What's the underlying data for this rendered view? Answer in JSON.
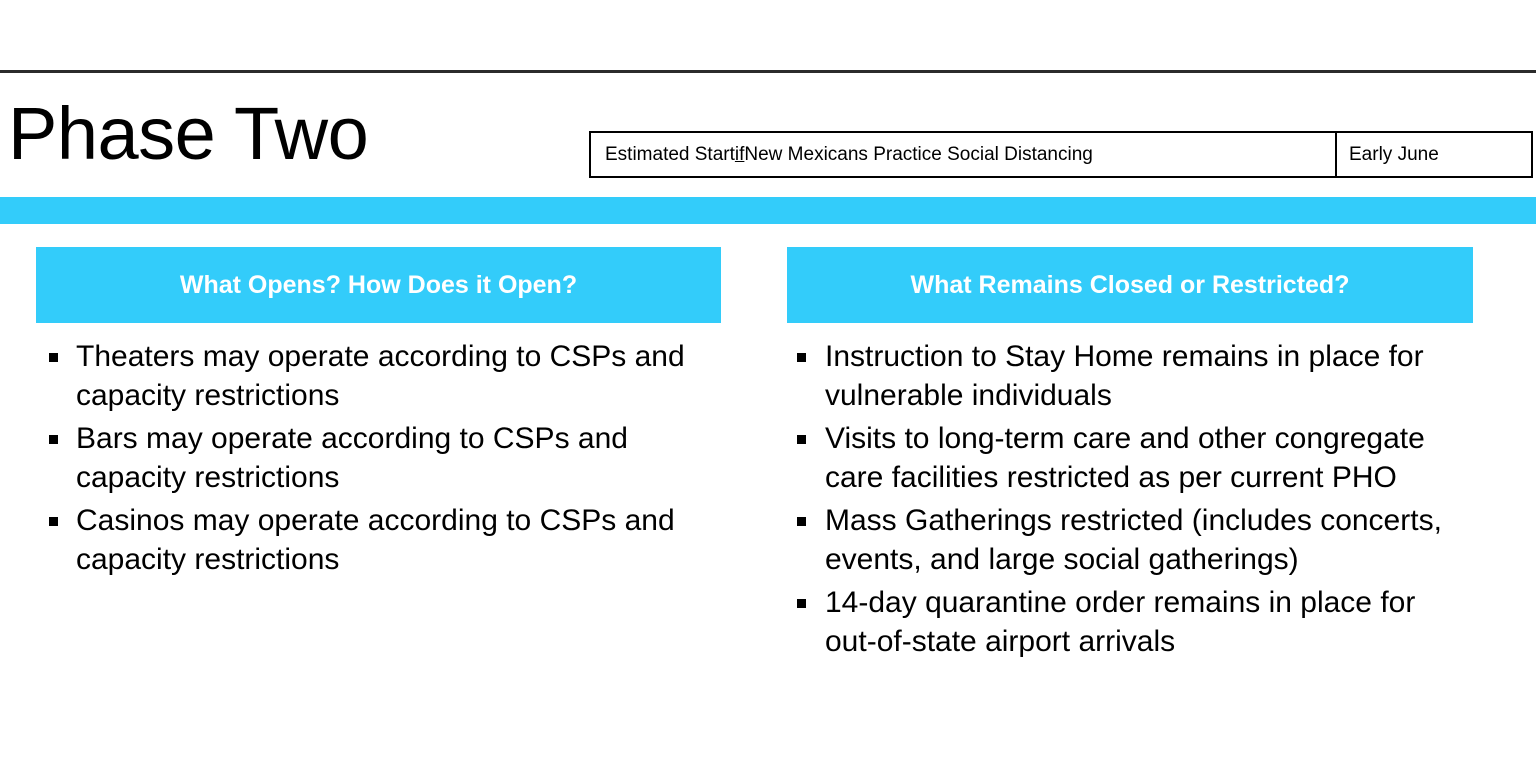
{
  "slide": {
    "title": "Phase Two",
    "accent_color": "#33ccfa",
    "text_color": "#000000",
    "background_color": "#ffffff"
  },
  "estimated_start": {
    "label_prefix": "Estimated Start ",
    "label_emphasis": "if",
    "label_suffix": " New Mexicans Practice Social Distancing",
    "full_label": "Estimated Start if New Mexicans Practice Social Distancing",
    "value": "Early June"
  },
  "columns": [
    {
      "header": "What Opens?  How Does it Open?",
      "bullets": [
        "Theaters may operate according to CSPs and capacity restrictions",
        "Bars may operate according to CSPs and capacity restrictions",
        "Casinos may operate according to CSPs and capacity restrictions"
      ]
    },
    {
      "header": "What Remains Closed or Restricted?",
      "bullets": [
        "Instruction to Stay Home remains in place for vulnerable individuals",
        "Visits to long-term care and other congregate care facilities restricted as per current PHO",
        "Mass Gatherings restricted (includes concerts, events, and large social gatherings)",
        "14-day quarantine order remains in place for out-of-state airport arrivals"
      ]
    }
  ]
}
